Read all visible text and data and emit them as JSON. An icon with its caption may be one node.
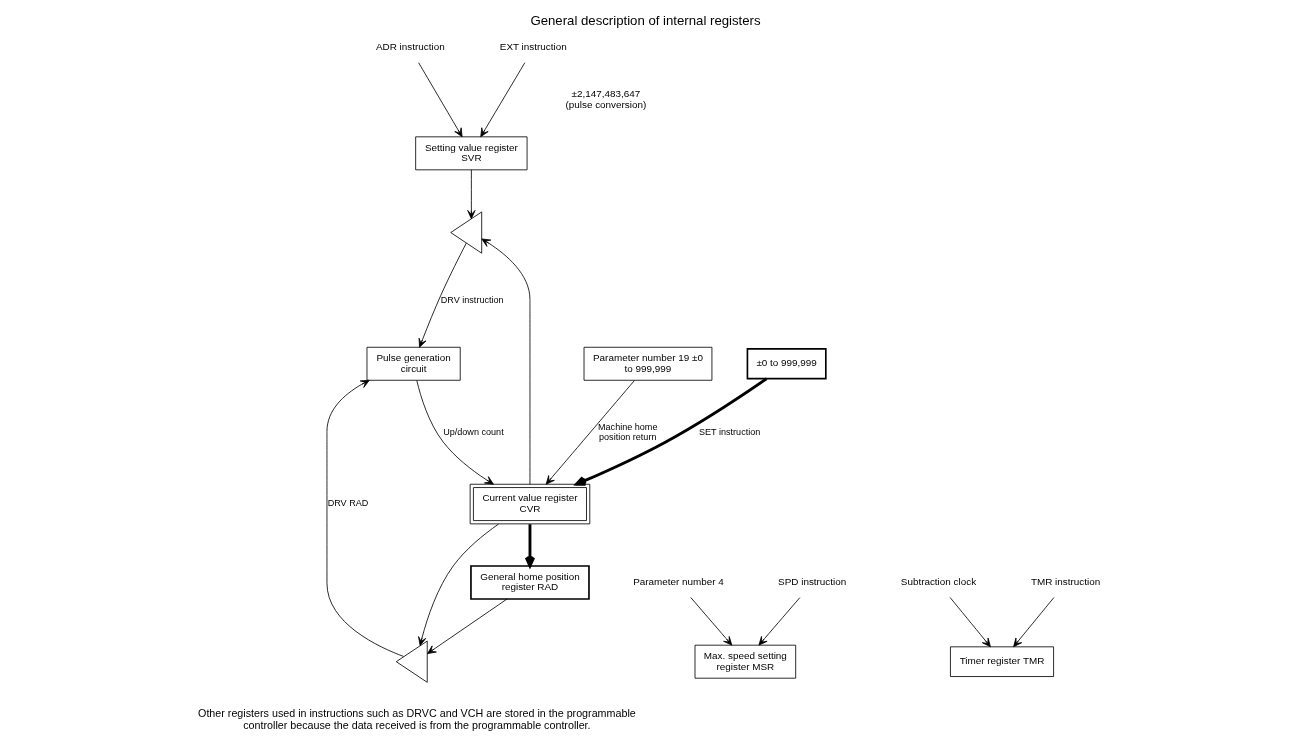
{
  "diagram": {
    "title": "General description of internal registers",
    "caption": "Other registers used in instructions such as DRVC and VCH are stored in the programmable controller because the data received is from the programmable controller.",
    "nodes": [
      {
        "text": [
          "ADR instruction"
        ]
      },
      {
        "text": [
          "EXT instruction"
        ]
      },
      {
        "text": [
          "Setting value register SVR"
        ]
      },
      {
        "text": [
          "General home position register RAD"
        ]
      },
      {
        "text": [
          "Max. speed setting register MSR"
        ]
      },
      {
        "text": [
          "Pulse generation circuit"
        ]
      },
      {
        "text": [],
        "shape": "triangle"
      },
      {
        "text": [],
        "shape": "triangle"
      },
      {
        "text": [
          "Parameter number 4"
        ]
      },
      {
        "text": [
          "SPD instruction"
        ]
      },
      {
        "text": [
          "Current value register CVR"
        ]
      },
      {
        "text": [
          "Timer register TMR"
        ]
      },
      {
        "text": [
          "Parameter number 19 ±0 to 999,999"
        ]
      },
      {
        "text": [
          "±0 to 999,999"
        ]
      },
      {
        "text": [
          "Subtraction clock"
        ]
      },
      {
        "text": [
          "TMR instruction"
        ]
      }
    ],
    "edges": [
      {
        "from": 0,
        "to": 2,
        "arrow": "to"
      },
      {
        "from": 1,
        "to": 2,
        "arrow": "to"
      },
      {
        "from": 2,
        "to": 6,
        "arrow": "to"
      },
      {
        "from": 6,
        "to": 5,
        "arrow": "to",
        "label": "DRV instruction"
      },
      {
        "from": 10,
        "to": 6,
        "arrow": "to"
      },
      {
        "from": 3,
        "to": 7,
        "arrow": "to"
      },
      {
        "from": 7,
        "to": 5,
        "arrow": "to",
        "label": "DRV RAD"
      },
      {
        "from": 10,
        "to": 7,
        "arrow": "to"
      },
      {
        "from": 5,
        "to": 10,
        "arrow": "to",
        "label": "Up/down count"
      },
      {
        "from": 10,
        "to": 3,
        "arrow": "to",
        "style": "thick"
      },
      {
        "from": 12,
        "to": 10,
        "arrow": "to",
        "label": "Machine home position return"
      },
      {
        "from": 13,
        "to": 10,
        "arrow": "to",
        "label": "SET instruction",
        "style": "thick"
      },
      {
        "from": 8,
        "to": 4,
        "arrow": "to"
      },
      {
        "from": 9,
        "to": 4,
        "arrow": "to"
      },
      {
        "from": 14,
        "to": 11,
        "arrow": "to"
      },
      {
        "from": 15,
        "to": 11,
        "arrow": "to"
      }
    ],
    "labels": [
      "±2,147,483,647 (pulse conversion)"
    ]
  }
}
